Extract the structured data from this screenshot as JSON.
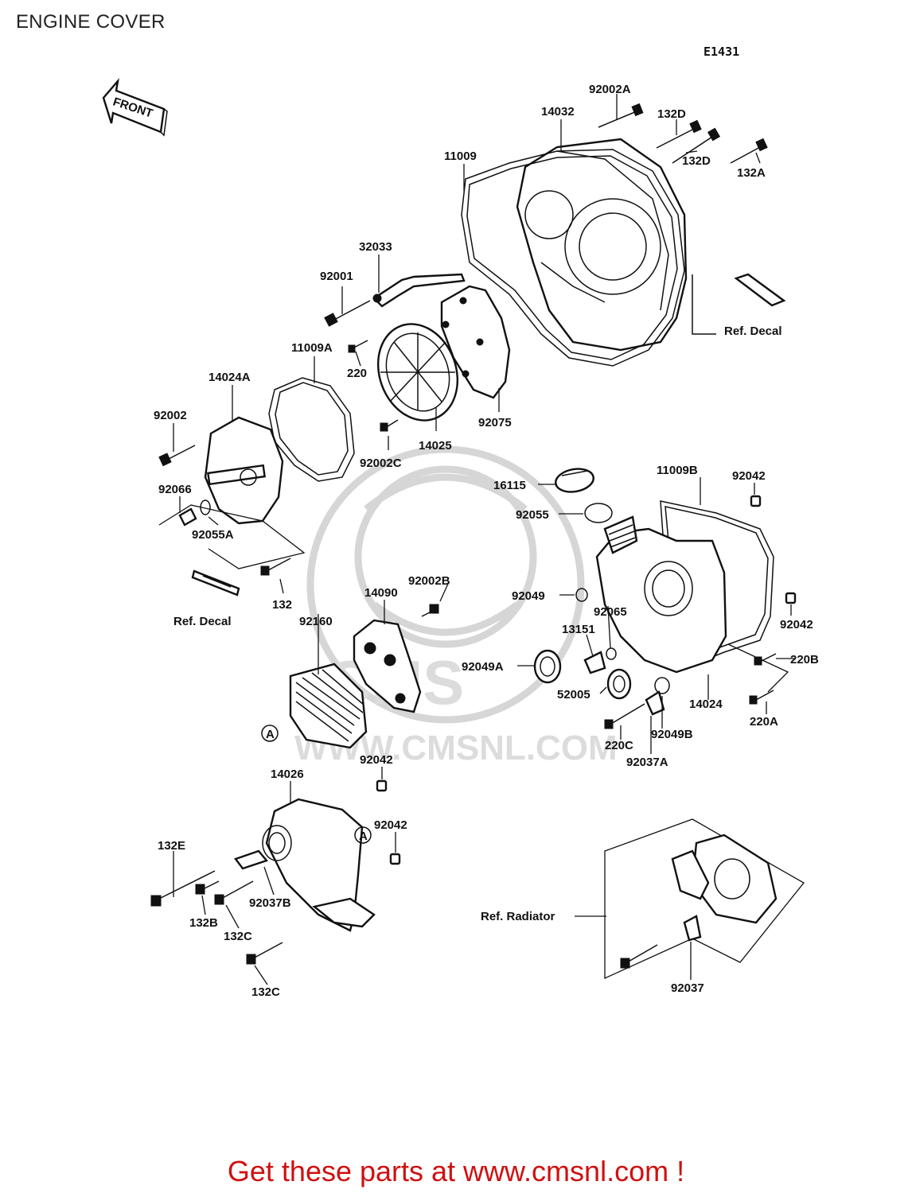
{
  "page": {
    "title": "ENGINE COVER",
    "diagram_code": "E1431",
    "watermark": "WWW.CMSNL.COM",
    "footer": "Get these parts at www.cmsnl.com !"
  },
  "arrow_label": "FRONT",
  "callouts": [
    {
      "id": "92002A",
      "text": "92002A"
    },
    {
      "id": "14032",
      "text": "14032"
    },
    {
      "id": "132D_a",
      "text": "132D"
    },
    {
      "id": "132D_b",
      "text": "132D"
    },
    {
      "id": "132A",
      "text": "132A"
    },
    {
      "id": "11009",
      "text": "11009"
    },
    {
      "id": "32033",
      "text": "32033"
    },
    {
      "id": "92001",
      "text": "92001"
    },
    {
      "id": "ref_decal_top",
      "text": "Ref. Decal"
    },
    {
      "id": "11009A",
      "text": "11009A"
    },
    {
      "id": "220",
      "text": "220"
    },
    {
      "id": "14024A",
      "text": "14024A"
    },
    {
      "id": "92002",
      "text": "92002"
    },
    {
      "id": "92075",
      "text": "92075"
    },
    {
      "id": "14025",
      "text": "14025"
    },
    {
      "id": "92002C",
      "text": "92002C"
    },
    {
      "id": "92066",
      "text": "92066"
    },
    {
      "id": "92055A",
      "text": "92055A"
    },
    {
      "id": "16115",
      "text": "16115"
    },
    {
      "id": "11009B",
      "text": "11009B"
    },
    {
      "id": "92042_a",
      "text": "92042"
    },
    {
      "id": "92055",
      "text": "92055"
    },
    {
      "id": "132",
      "text": "132"
    },
    {
      "id": "ref_decal_left",
      "text": "Ref. Decal"
    },
    {
      "id": "14090",
      "text": "14090"
    },
    {
      "id": "92002B",
      "text": "92002B"
    },
    {
      "id": "92049",
      "text": "92049"
    },
    {
      "id": "92065",
      "text": "92065"
    },
    {
      "id": "92160",
      "text": "92160"
    },
    {
      "id": "13151",
      "text": "13151"
    },
    {
      "id": "92042_b",
      "text": "92042"
    },
    {
      "id": "220B",
      "text": "220B"
    },
    {
      "id": "92049A",
      "text": "92049A"
    },
    {
      "id": "52005",
      "text": "52005"
    },
    {
      "id": "14024",
      "text": "14024"
    },
    {
      "id": "220A",
      "text": "220A"
    },
    {
      "id": "220C",
      "text": "220C"
    },
    {
      "id": "92049B",
      "text": "92049B"
    },
    {
      "id": "92037A",
      "text": "92037A"
    },
    {
      "id": "A_left",
      "text": "A"
    },
    {
      "id": "14026",
      "text": "14026"
    },
    {
      "id": "92042_c",
      "text": "92042"
    },
    {
      "id": "92042_d",
      "text": "92042"
    },
    {
      "id": "A_right",
      "text": "A"
    },
    {
      "id": "132E",
      "text": "132E"
    },
    {
      "id": "92037B",
      "text": "92037B"
    },
    {
      "id": "132B",
      "text": "132B"
    },
    {
      "id": "132C_a",
      "text": "132C"
    },
    {
      "id": "132C_b",
      "text": "132C"
    },
    {
      "id": "ref_radiator",
      "text": "Ref. Radiator"
    },
    {
      "id": "92037",
      "text": "92037"
    }
  ]
}
